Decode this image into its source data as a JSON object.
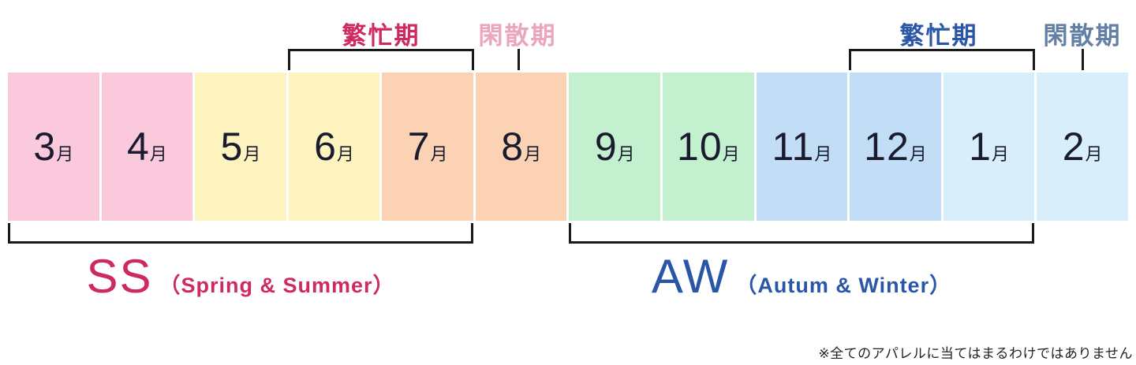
{
  "months": [
    {
      "num": "3",
      "unit": "月",
      "color": "#FAC9DB"
    },
    {
      "num": "4",
      "unit": "月",
      "color": "#FAC9DB"
    },
    {
      "num": "5",
      "unit": "月",
      "color": "#FCF3BE"
    },
    {
      "num": "6",
      "unit": "月",
      "color": "#FCF3BE"
    },
    {
      "num": "7",
      "unit": "月",
      "color": "#FBD3B4"
    },
    {
      "num": "8",
      "unit": "月",
      "color": "#FBD3B4"
    },
    {
      "num": "9",
      "unit": "月",
      "color": "#C3F1D0"
    },
    {
      "num": "10",
      "unit": "月",
      "color": "#C3F1D0"
    },
    {
      "num": "11",
      "unit": "月",
      "color": "#C2DEF7"
    },
    {
      "num": "12",
      "unit": "月",
      "color": "#C2DEF7"
    },
    {
      "num": "1",
      "unit": "月",
      "color": "#D8EFFB"
    },
    {
      "num": "2",
      "unit": "月",
      "color": "#D8EFFB"
    }
  ],
  "annotations": {
    "ss_busy_label": "繁忙期",
    "ss_slow_label": "閑散期",
    "aw_busy_label": "繁忙期",
    "aw_slow_label": "閑散期"
  },
  "seasons": {
    "ss_abbr": "SS",
    "ss_name": "（Spring & Summer）",
    "aw_abbr": "AW",
    "aw_name": "（Autum & Winter）"
  },
  "footnote": "※全てのアパレルに当てはまるわけではありません",
  "colors": {
    "ss_accent": "#CE2A5F",
    "ss_slow": "#EBA6BB",
    "aw_accent": "#2A56A8",
    "aw_slow": "#647FA6",
    "bracket": "#1A1A1A",
    "month_text": "#1B1B2F"
  }
}
